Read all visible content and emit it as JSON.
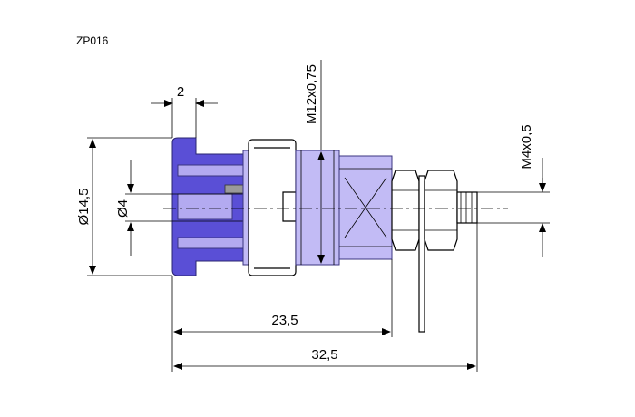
{
  "part_code": "ZP016",
  "dimensions": {
    "head_width": "2",
    "outer_diameter": "Ø14,5",
    "bore_diameter": "Ø4",
    "main_thread": "M12x0,75",
    "stud_thread": "M4x0,5",
    "length_short": "23,5",
    "length_total": "32,5"
  },
  "colors": {
    "head": "#5a4fd6",
    "body": "#b3aaf0",
    "line": "#000000"
  }
}
